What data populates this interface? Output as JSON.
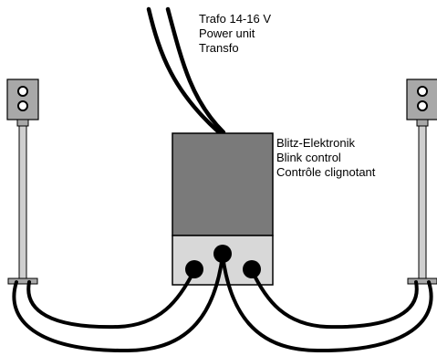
{
  "power_unit": {
    "lines": [
      "Trafo 14-16 V",
      "Power unit",
      "Transfo"
    ]
  },
  "blink_control": {
    "lines": [
      "Blitz-Elektronik",
      "Blink control",
      "Contrôle clignotant"
    ]
  },
  "colors": {
    "module_body": "#7a7a7a",
    "module_base": "#d8d8d8",
    "signal_head": "#a8a8a8",
    "wire": "#000000",
    "wire_inner": "#ffffff"
  }
}
